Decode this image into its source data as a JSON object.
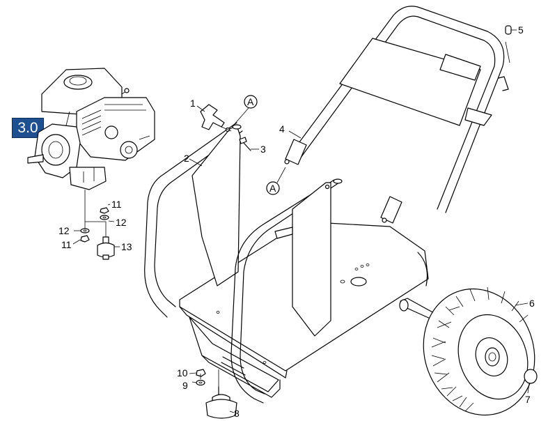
{
  "assembly_badge": "3.0",
  "callouts": {
    "c1": "1",
    "c2": "2",
    "c3": "3",
    "c4": "4",
    "c5": "5",
    "c6": "6",
    "c7": "7",
    "c8": "8",
    "c9": "9",
    "c10": "10",
    "c11a": "11",
    "c11b": "11",
    "c12a": "12",
    "c12b": "12",
    "c13": "13",
    "refA1": "A",
    "refA2": "A"
  },
  "colors": {
    "badge_bg": "#1e4f8f",
    "badge_text": "#ffffff",
    "line": "#000000"
  }
}
